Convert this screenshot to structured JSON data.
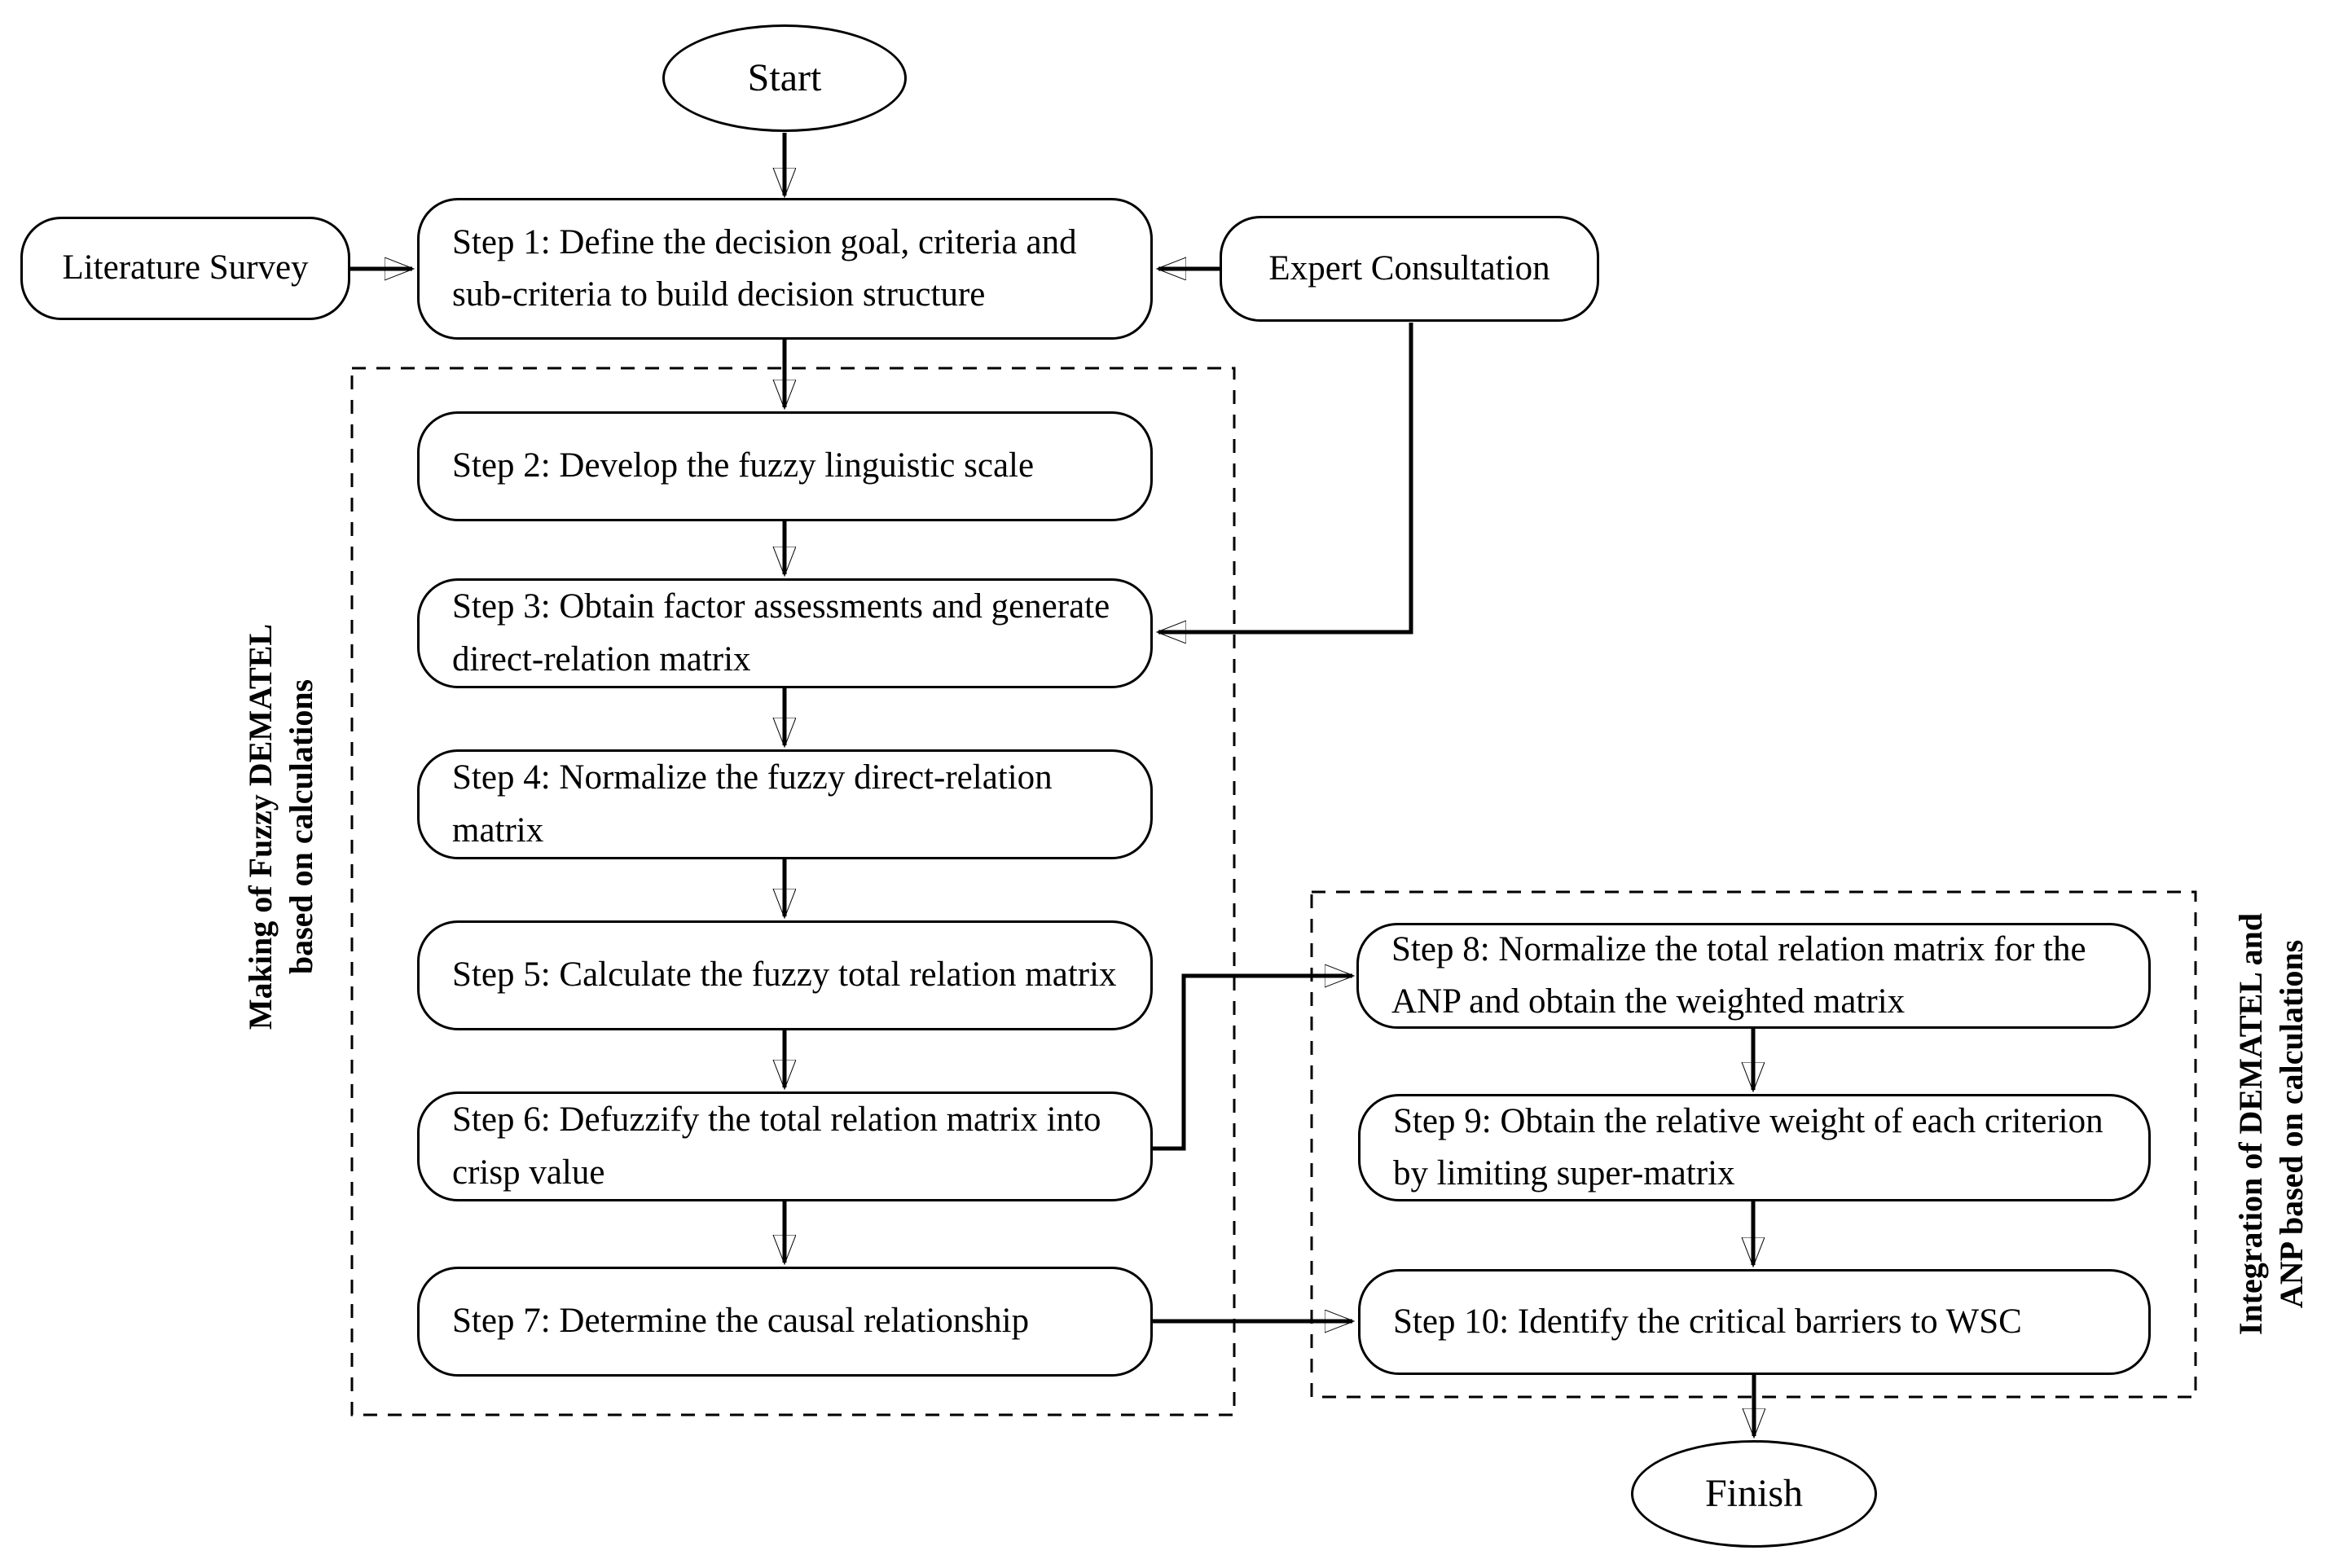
{
  "nodes": {
    "start": "Start",
    "finish": "Finish",
    "literature": "Literature Survey",
    "expert": "Expert Consultation"
  },
  "steps": [
    {
      "text": "Step 1: Define the decision goal, criteria and sub-criteria to build  decision structure"
    },
    {
      "text": "Step 2: Develop the fuzzy linguistic scale"
    },
    {
      "text": "Step 3: Obtain factor assessments and generate direct-relation matrix"
    },
    {
      "text": "Step 4: Normalize the fuzzy direct-relation matrix"
    },
    {
      "text": "Step 5: Calculate the fuzzy total relation matrix"
    },
    {
      "text": "Step 6: Defuzzify the total relation matrix into crisp value"
    },
    {
      "text": "Step 7: Determine the causal relationship"
    },
    {
      "text": "Step 8: Normalize the total relation matrix for the ANP and obtain the weighted matrix"
    },
    {
      "text": "Step 9: Obtain the relative weight of each criterion by limiting super-matrix"
    },
    {
      "text": "Step 10: Identify the critical barriers to WSC"
    }
  ],
  "groups": {
    "left": {
      "line1": "Making of Fuzzy DEMATEL",
      "line2": "based on calculations"
    },
    "right": {
      "line1": "Integration of DEMATEL and",
      "line2": "ANP based on calculations"
    }
  },
  "colors": {
    "ink": "#000000",
    "background": "#ffffff"
  }
}
